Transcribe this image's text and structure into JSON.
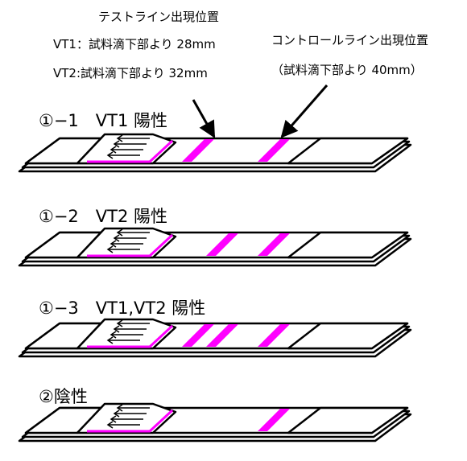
{
  "annotations": {
    "test_line_title": "テストライン出現位置",
    "test_line_vt1": "VT1：試料滴下部より 28mm",
    "test_line_vt2": "VT2:試料滴下部より 32mm",
    "control_line_title": "コントロールライン出現位置",
    "control_line_distance": "（試料滴下部より 40mm）"
  },
  "panels": [
    {
      "title": "①−1　VT1 陽性",
      "result_lines": [
        "VT1",
        "control"
      ]
    },
    {
      "title": "①−2　VT2 陽性",
      "result_lines": [
        "VT2",
        "control"
      ]
    },
    {
      "title": "①−3　VT1,VT2 陽性",
      "result_lines": [
        "VT1",
        "VT2",
        "control"
      ]
    },
    {
      "title": "②陰性",
      "result_lines": [
        "control"
      ]
    }
  ],
  "colors": {
    "line": "#ff00ff",
    "outline": "#000000",
    "background": "#ffffff"
  }
}
